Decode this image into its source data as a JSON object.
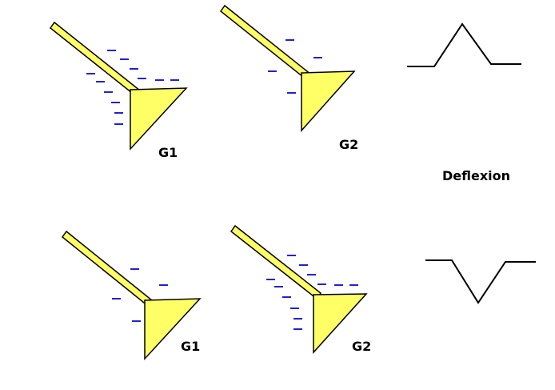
{
  "labels": {
    "g1_top": "G1",
    "g2_top": "G2",
    "g1_bottom": "G1",
    "g2_bottom": "G2",
    "deflexion": "Deflexion"
  },
  "colors": {
    "electrode_fill": "#ffff66",
    "charge": "#2222cc",
    "outline": "#000000"
  },
  "deflections": [
    "up",
    "down"
  ]
}
